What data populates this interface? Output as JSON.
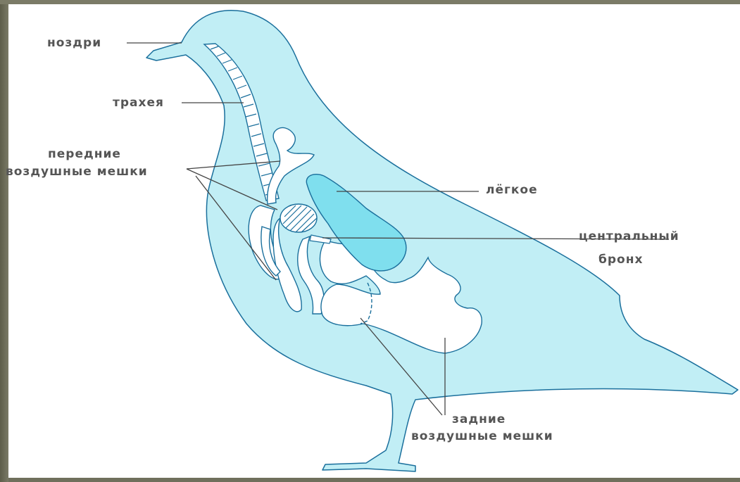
{
  "labels": {
    "nostrils": "ноздри",
    "trachea": "трахея",
    "anterior_air_sacs": [
      "передние",
      "воздушные мешки"
    ],
    "lung": "лёгкое",
    "central_bronchus": [
      "центральный",
      "бронх"
    ],
    "posterior_air_sacs": [
      "задние",
      "воздушные мешки"
    ]
  },
  "colors": {
    "body_fill": "#c1eef5",
    "lung_fill": "#7fdfee",
    "outline": "#1a6f9c",
    "leader_line": "#444444",
    "label_text": "#555555",
    "background": "#ffffff"
  }
}
